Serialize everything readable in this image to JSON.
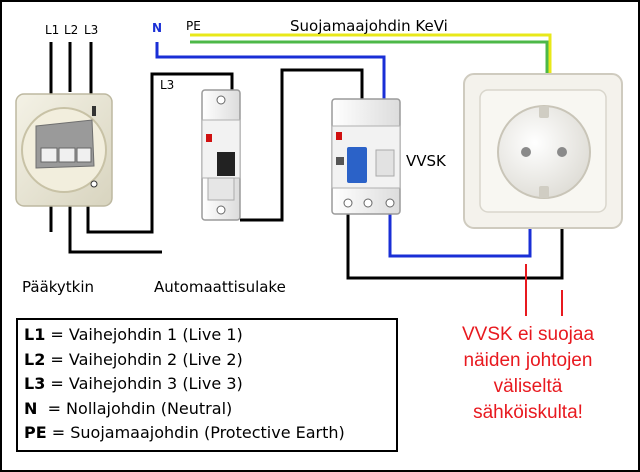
{
  "labels": {
    "l1": "L1",
    "l2": "L2",
    "l3": "L3",
    "l3_wire": "L3",
    "n": "N",
    "pe": "PE",
    "earth_wire": "Suojamaajohdin KeVi",
    "vvsk": "VVSK",
    "main_switch": "Pääkytkin",
    "breaker": "Automaattisulake"
  },
  "legend": [
    {
      "abbr": "L1",
      "desc": " = Vaihejohdin 1 (Live 1)"
    },
    {
      "abbr": "L2",
      "desc": " = Vaihejohdin 2 (Live 2)"
    },
    {
      "abbr": "L3",
      "desc": " = Vaihejohdin 3 (Live 3)"
    },
    {
      "abbr": "N",
      "desc": "  = Nollajohdin (Neutral)"
    },
    {
      "abbr": "PE",
      "desc": " = Suojamaajohdin (Protective Earth)"
    }
  ],
  "warning": [
    "VVSK ei suojaa",
    "näiden johtojen",
    "väliseltä",
    "sähköiskulta!"
  ],
  "colors": {
    "neutral_wire": "#1a2fd6",
    "earth_wire_green": "#4db848",
    "earth_wire_yellow": "#e8e81a",
    "phase_wire": "#000000",
    "warning_text": "#e8191f"
  }
}
